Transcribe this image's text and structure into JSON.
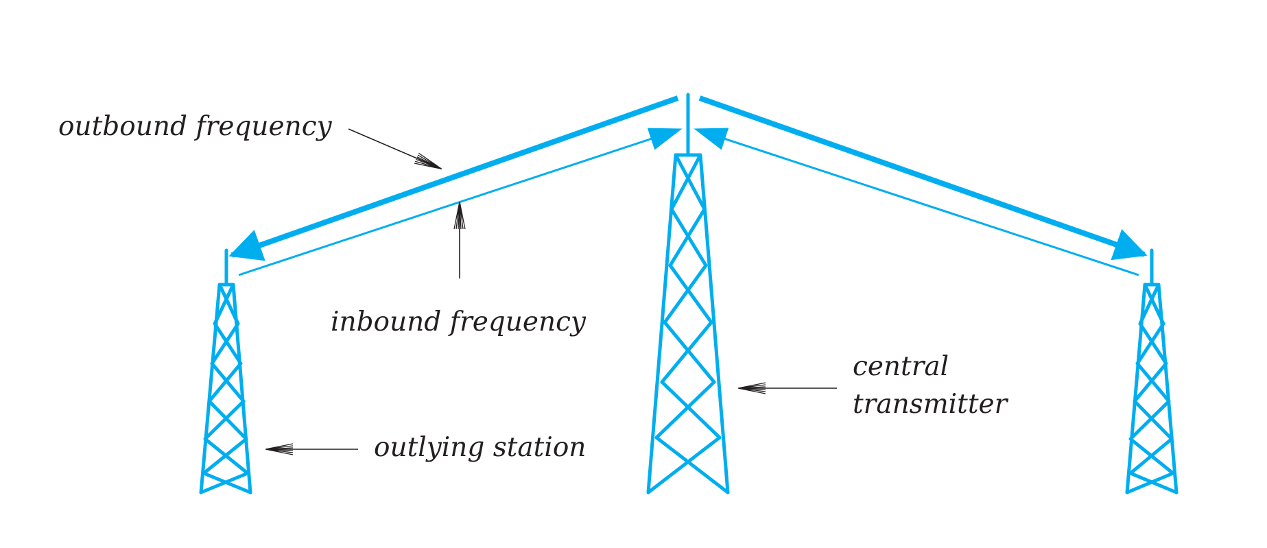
{
  "colors": {
    "tower": "#00aeef",
    "signal": "#00aeef",
    "text": "#231f20",
    "background": "#ffffff"
  },
  "labels": {
    "outbound": "outbound frequency",
    "inbound": "inbound frequency",
    "central_line1": "central",
    "central_line2": "transmitter",
    "outlying": "outlying station"
  }
}
